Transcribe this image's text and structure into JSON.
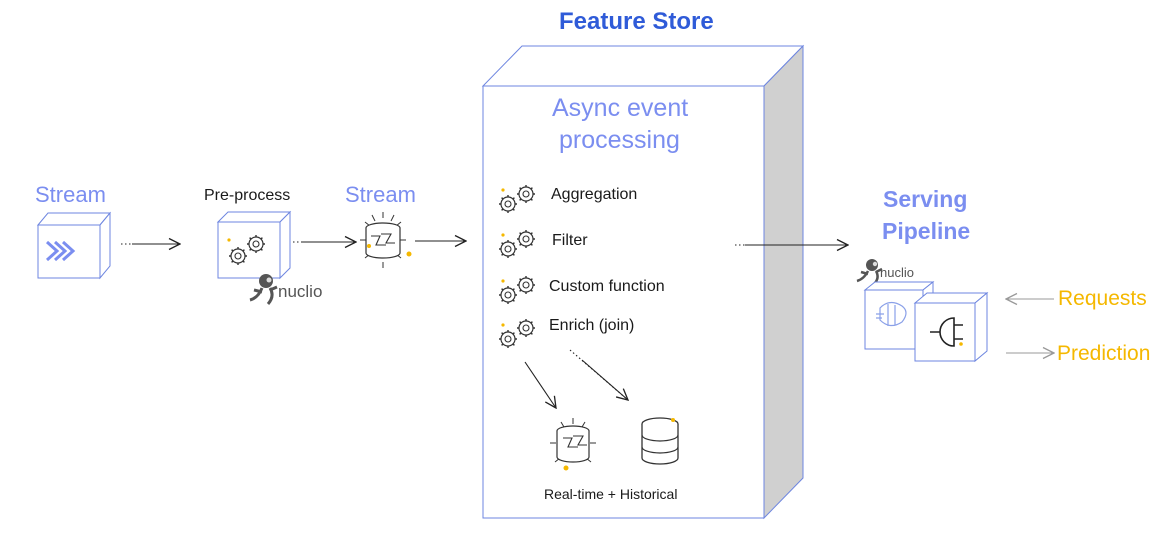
{
  "title": "Feature Store",
  "left": {
    "stream1_label": "Stream",
    "preprocess_label": "Pre-process",
    "stream2_label": "Stream",
    "nuclio_label": "nuclio"
  },
  "feature_store": {
    "heading_line1": "Async event",
    "heading_line2": "processing",
    "steps": [
      "Aggregation",
      "Filter",
      "Custom function",
      "Enrich (join)"
    ],
    "storage_caption": "Real-time + Historical"
  },
  "serving": {
    "label_line1": "Serving",
    "label_line2": "Pipeline",
    "nuclio_label": "nuclio",
    "requests_label": "Requests",
    "prediction_label": "Prediction"
  },
  "colors": {
    "accent_blue": "#7b8ef0",
    "title_blue": "#2f5bd8",
    "orange": "#f5b800",
    "box_outline": "#6e86e0",
    "box_side": "#d0d0d0"
  }
}
